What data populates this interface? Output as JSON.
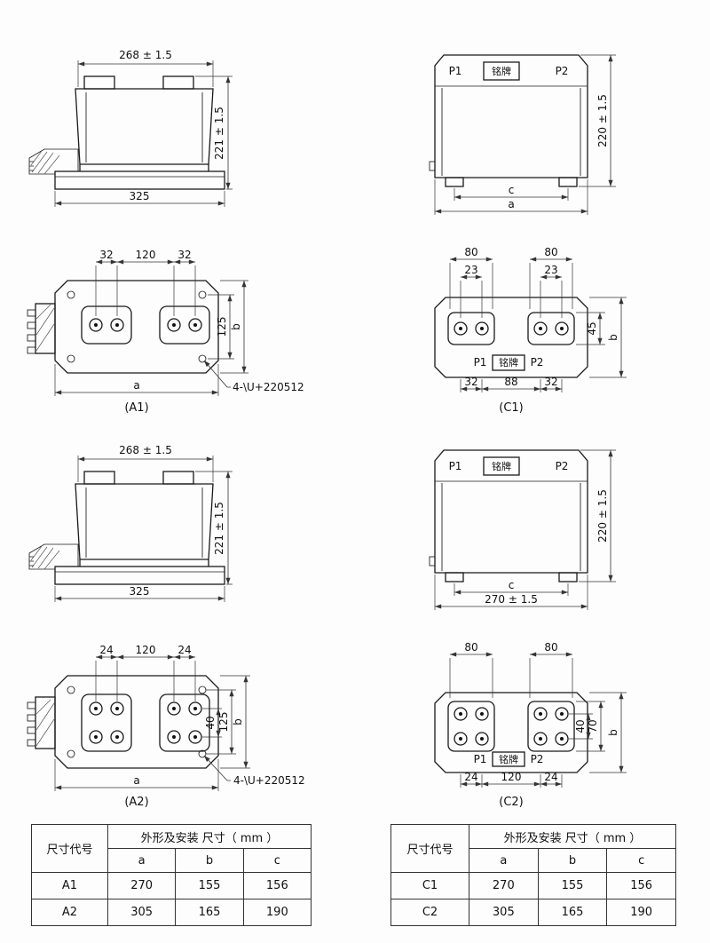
{
  "figures": {
    "a1_front": {
      "dim_width": "268 ± 1.5",
      "dim_height": "221 ± 1.5",
      "dim_base": "325"
    },
    "a1_top": {
      "dim_top_left": "32",
      "dim_top_mid": "120",
      "dim_top_right": "32",
      "dim_right_inner": "125",
      "dim_right_outer": "b",
      "dim_bottom": "a",
      "hole_note": "4-\\U+220512",
      "caption": "(A1)"
    },
    "a2_front": {
      "dim_width": "268 ± 1.5",
      "dim_height": "221 ± 1.5",
      "dim_base": "325"
    },
    "a2_top": {
      "dim_top_left": "24",
      "dim_top_mid": "120",
      "dim_top_right": "24",
      "dim_right_inner": "40",
      "dim_right_mid": "125",
      "dim_right_outer": "b",
      "dim_bottom": "a",
      "hole_note": "4-\\U+220512",
      "caption": "(A2)"
    },
    "c1_front": {
      "label_p1": "P1",
      "label_plate": "铭牌",
      "label_p2": "P2",
      "dim_height": "220 ± 1.5",
      "dim_c": "c",
      "dim_bottom": "a"
    },
    "c1_top": {
      "dim_top_left": "80",
      "dim_top_right": "80",
      "dim_sub_left": "23",
      "dim_sub_right": "23",
      "dim_right_inner": "45",
      "dim_right_outer": "b",
      "label_p1": "P1",
      "label_plate": "铭牌",
      "label_p2": "P2",
      "dim_bottom_left": "32",
      "dim_bottom_mid": "88",
      "dim_bottom_right": "32",
      "caption": "(C1)"
    },
    "c2_front": {
      "label_p1": "P1",
      "label_plate": "铭牌",
      "label_p2": "P2",
      "dim_height": "220 ± 1.5",
      "dim_c": "c",
      "dim_bottom": "270 ± 1.5"
    },
    "c2_top": {
      "dim_top_left": "80",
      "dim_top_right": "80",
      "dim_right_inner": "40",
      "dim_right_mid": "70",
      "dim_right_outer": "b",
      "label_p1": "P1",
      "label_plate": "铭牌",
      "label_p2": "P2",
      "dim_bottom_left": "24",
      "dim_bottom_mid": "120",
      "dim_bottom_right": "24",
      "caption": "(C2)"
    }
  },
  "tables": {
    "left": {
      "code_header": "尺寸代号",
      "group_header": "外形及安装 尺寸（ mm ）",
      "columns": [
        "a",
        "b",
        "c"
      ],
      "rows": [
        {
          "code": "A1",
          "values": [
            "270",
            "155",
            "156"
          ]
        },
        {
          "code": "A2",
          "values": [
            "305",
            "165",
            "190"
          ]
        }
      ]
    },
    "right": {
      "code_header": "尺寸代号",
      "group_header": "外形及安装 尺寸（ mm ）",
      "columns": [
        "a",
        "b",
        "c"
      ],
      "rows": [
        {
          "code": "C1",
          "values": [
            "270",
            "155",
            "156"
          ]
        },
        {
          "code": "C2",
          "values": [
            "305",
            "165",
            "190"
          ]
        }
      ]
    }
  }
}
